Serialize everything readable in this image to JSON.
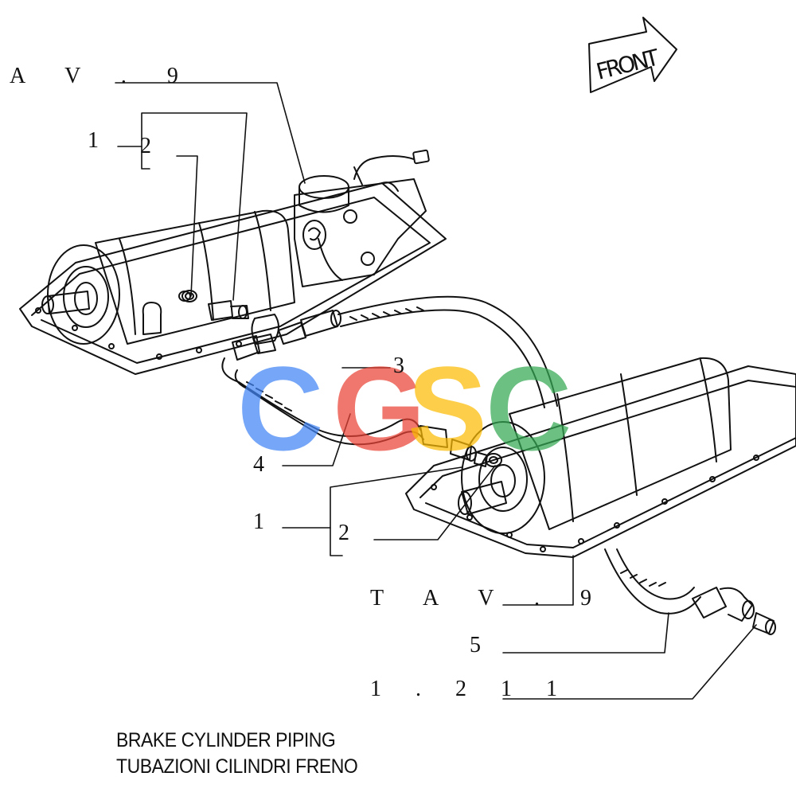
{
  "labels": {
    "av9_top": "A V . 9",
    "item1_top": "1",
    "item2_top": "2",
    "item3": "3",
    "item4": "4",
    "item1_bottom": "1",
    "item2_bottom": "2",
    "tav9": "T A V . 9",
    "item5": "5",
    "ref1211": "1 . 2 1 1"
  },
  "front_sign": "FRONT",
  "caption": {
    "line1": "BRAKE CYLINDER  PIPING",
    "line2": "TUBAZIONI CILINDRI FRENO"
  },
  "watermark": {
    "letters": [
      "C",
      "G",
      "S",
      "C"
    ],
    "colors": [
      "#4285f4",
      "#ea4335",
      "#fbbc05",
      "#34a853"
    ]
  }
}
